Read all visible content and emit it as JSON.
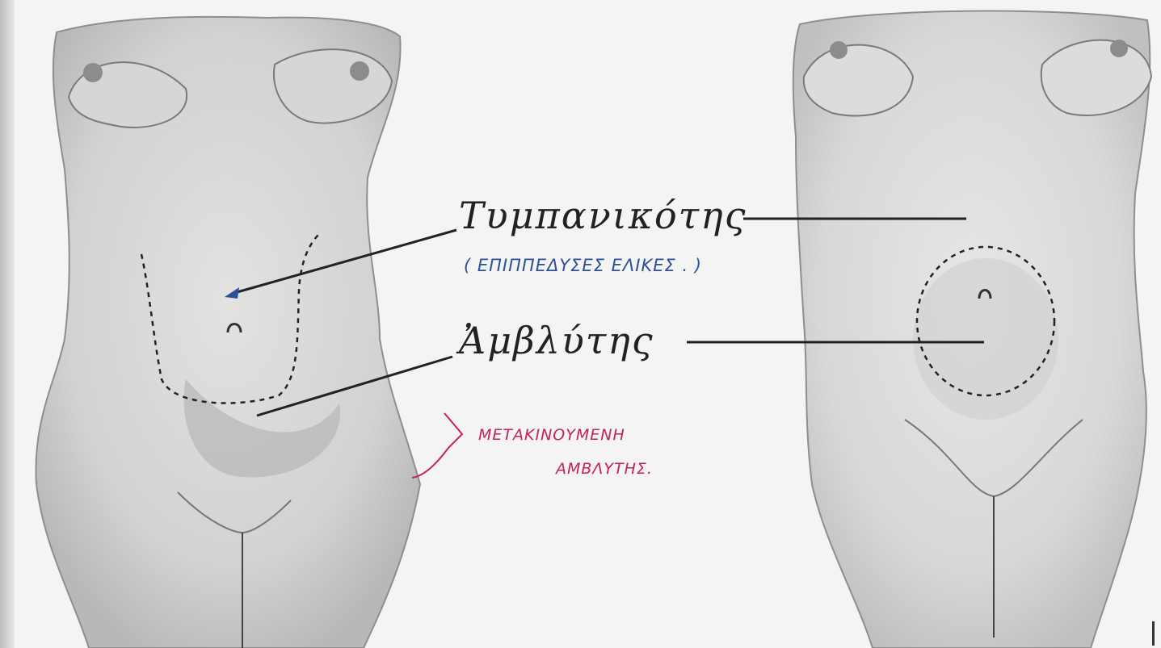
{
  "labels": {
    "tympany": "Τυμπανικότης",
    "dullness": "Ἀμβλύτης"
  },
  "annotations": {
    "blue_note": "( ΕΠΙΠΠΕΔΥΣΕΣ ΕΛΙΚΕΣ . )",
    "red_note_line1": "ΜΕΤΑΚΙΝΟΥΜΕΝΗ",
    "red_note_line2": "ΑΜΒΛΥΤΗΣ."
  },
  "colors": {
    "paper": "#f4f4f2",
    "skin_shade": "#c9c9c7",
    "ink": "#222222",
    "blue_note": "#2b4f9a",
    "red_note": "#c4225a"
  }
}
